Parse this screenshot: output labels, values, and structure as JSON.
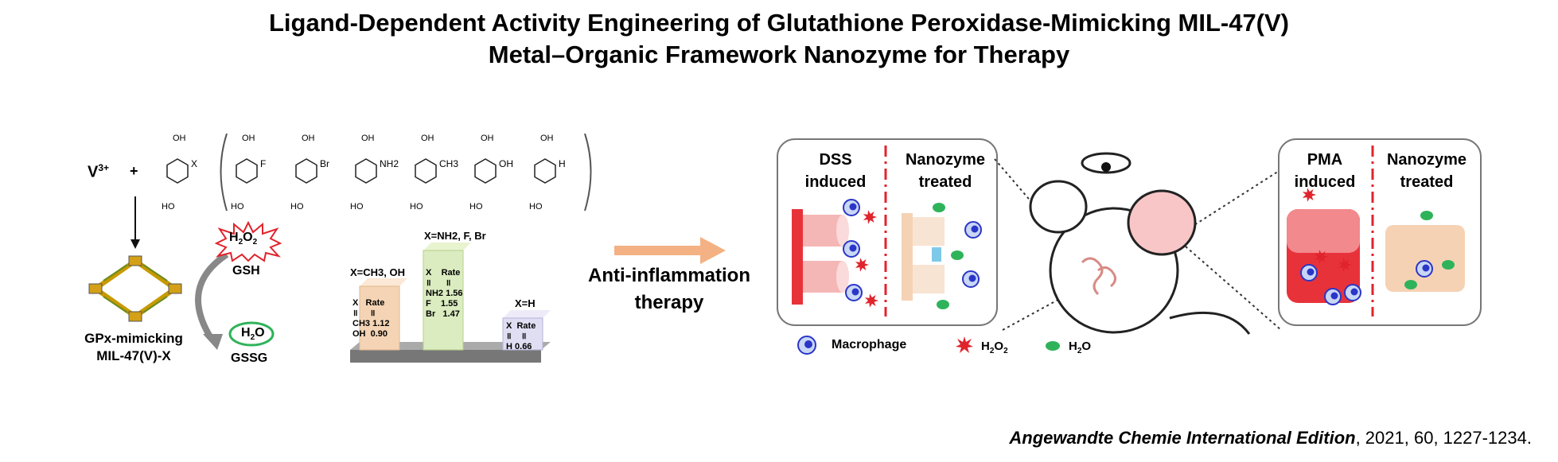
{
  "title_line1": "Ligand-Dependent Activity Engineering of Glutathione Peroxidase-Mimicking MIL-47(V)",
  "title_line2": "Metal–Organic Framework Nanozyme for Therapy",
  "synthesis": {
    "metal_ion": "V",
    "metal_charge": "3+",
    "plus": "+",
    "substituent": "X",
    "ligand_substituents": [
      "F",
      "Br",
      "NH2",
      "CH3",
      "OH",
      "H"
    ]
  },
  "nanozyme": {
    "label_line1": "GPx-mimicking",
    "label_line2": "MIL-47(V)-X"
  },
  "cycle": {
    "h2o2": "H2O2",
    "gsh": "GSH",
    "h2o": "H2O",
    "gssg": "GSSG"
  },
  "activity_chart": {
    "header_ch3_oh": "X=CH3, OH",
    "header_nh2": "X=NH2, F, Br",
    "header_h": "X=H",
    "col_x": "X",
    "col_rate": "Rate",
    "groups": [
      {
        "rows": [
          [
            "CH3",
            "1.12"
          ],
          [
            "OH",
            "0.90"
          ]
        ]
      },
      {
        "rows": [
          [
            "NH2",
            "1.56"
          ],
          [
            "F",
            "1.55"
          ],
          [
            "Br",
            "1.47"
          ]
        ]
      },
      {
        "rows": [
          [
            "H",
            "0.66"
          ]
        ]
      }
    ]
  },
  "therapy_label_line1": "Anti-inflammation",
  "therapy_label_line2": "therapy",
  "dss_panel": {
    "left_label_line1": "DSS",
    "left_label_line2": "induced",
    "right_label_line1": "Nanozyme",
    "right_label_line2": "treated"
  },
  "pma_panel": {
    "left_label_line1": "PMA",
    "left_label_line2": "induced",
    "right_label_line1": "Nanozyme",
    "right_label_line2": "treated"
  },
  "legend": {
    "macrophage": "Macrophage",
    "h2o2": "H2O2",
    "h2o": "H2O"
  },
  "citation": {
    "journal": "Angewandte Chemie International Edition",
    "details": ", 2021, 60, 1227-1234."
  },
  "colors": {
    "arrow": "#f4b183",
    "red_tissue": "#e8323a",
    "skin_tissue": "#f6d2b5",
    "macrophage": "#2a36c8",
    "water": "#2fb35a",
    "divider": "#e0242c"
  }
}
